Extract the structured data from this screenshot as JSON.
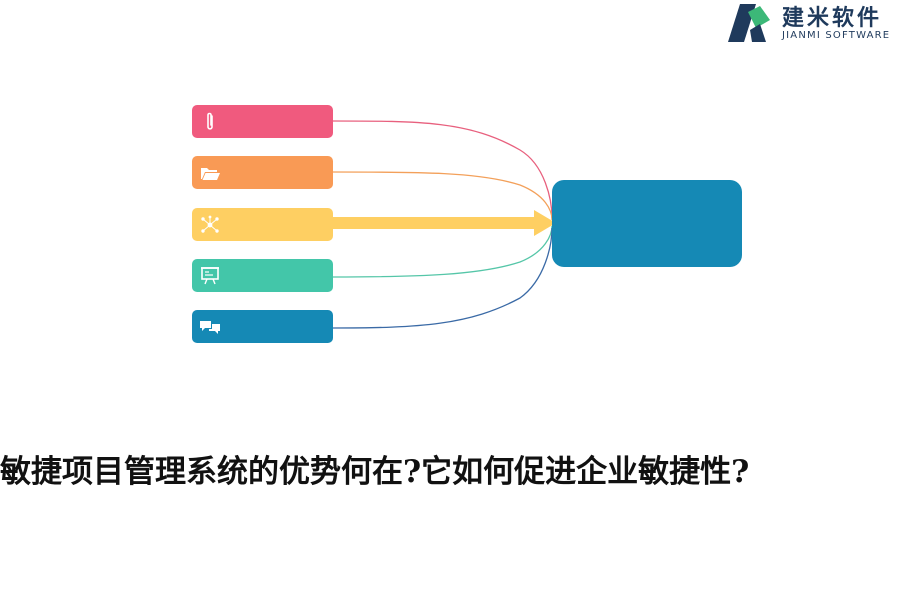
{
  "logo": {
    "name_cn": "建米软件",
    "name_en": "JIANMI SOFTWARE",
    "colors": {
      "dark": "#1f3a5c",
      "green": "#3cb878"
    }
  },
  "diagram": {
    "nodes": [
      {
        "icon": "paperclip-icon",
        "color": "#f05a7e"
      },
      {
        "icon": "folder-icon",
        "color": "#f99a55"
      },
      {
        "icon": "network-icon",
        "color": "#fecf62"
      },
      {
        "icon": "presentation-board-icon",
        "color": "#43c6a9"
      },
      {
        "icon": "chat-bubbles-icon",
        "color": "#1589b5"
      }
    ],
    "target": {
      "color": "#1589b5"
    },
    "connector_colors": [
      "#e8607e",
      "#f3a05a",
      "#fecf62",
      "#55c6a8",
      "#3a6aa6"
    ]
  },
  "title": "敏捷项目管理系统的优势何在?它如何促进企业敏捷性?"
}
